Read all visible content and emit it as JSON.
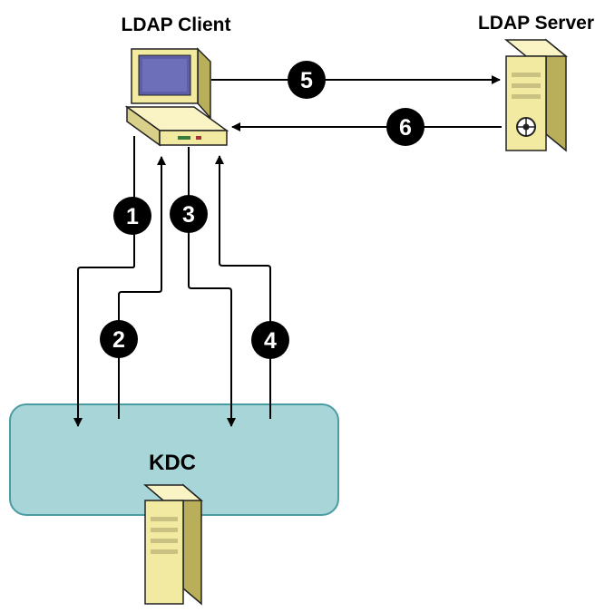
{
  "nodes": {
    "client": {
      "label": "LDAP Client",
      "icon": "desktop-computer-icon"
    },
    "server": {
      "label": "LDAP Server",
      "icon": "server-tower-icon"
    },
    "kdc": {
      "label": "KDC",
      "icon": "server-tower-icon"
    }
  },
  "steps": [
    "1",
    "2",
    "3",
    "4",
    "5",
    "6"
  ],
  "colors": {
    "kdc_fill": "#a8d6d8",
    "kdc_stroke": "#4a9ca3",
    "monitor_screen": "#5c5fa8",
    "tower_body": "#f1eaa0",
    "line": "#000000",
    "badge": "#000000"
  }
}
